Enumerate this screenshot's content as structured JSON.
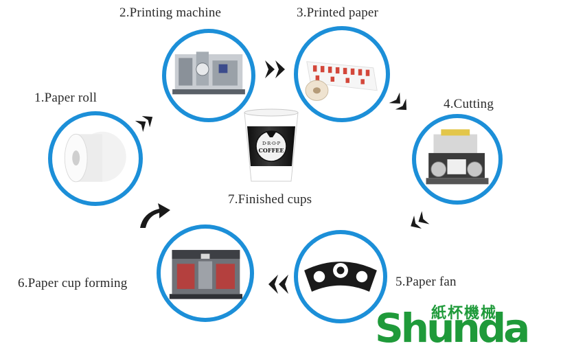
{
  "steps": {
    "s1": "1.Paper roll",
    "s2": "2.Printing machine",
    "s3": "3.Printed paper",
    "s4": "4.Cutting",
    "s5": "5.Paper fan",
    "s6": "6.Paper cup forming",
    "s7": "7.Finished cups"
  },
  "cup_print": {
    "brand": "D·R·O·P",
    "word": "COFFEE"
  },
  "brand": {
    "latin": "Shunda",
    "chinese": "紙杯機械"
  },
  "colors": {
    "circle_border": "#1c8fd8",
    "arrow": "#1a1a1a",
    "brand_green": "#1f9a3a"
  }
}
